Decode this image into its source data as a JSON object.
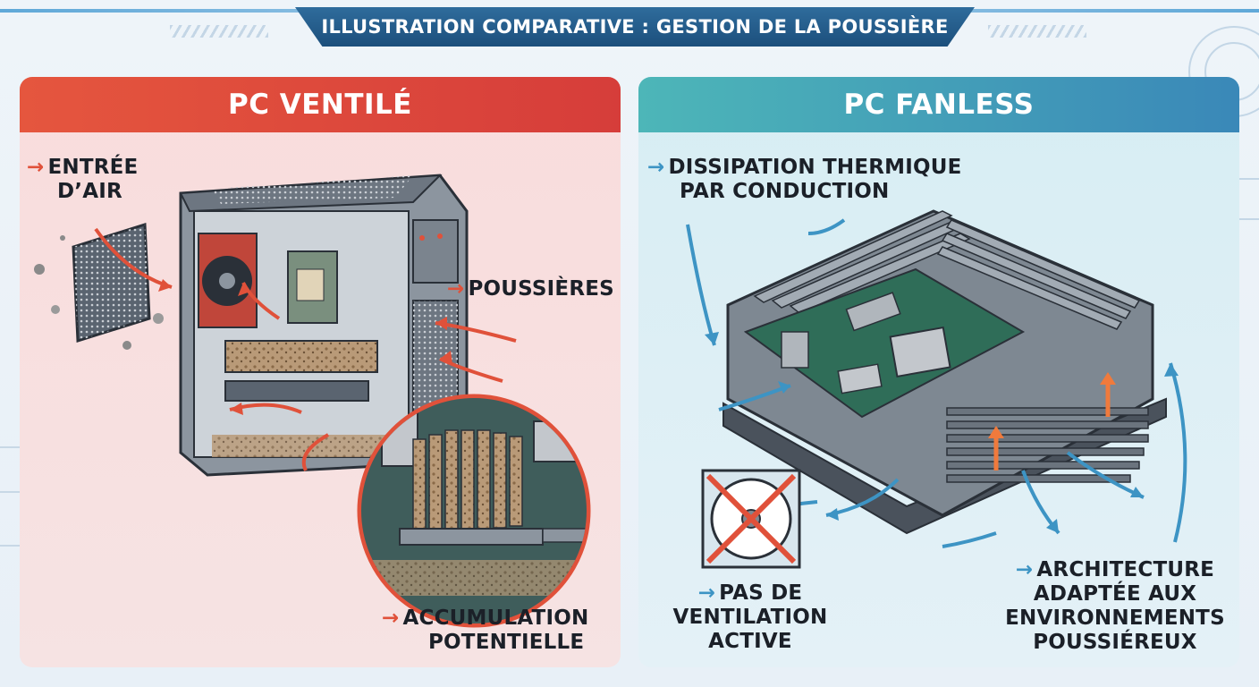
{
  "banner": {
    "title": "ILLUSTRATION COMPARATIVE : GESTION DE LA POUSSIÈRE"
  },
  "left": {
    "title": "PC VENTILÉ",
    "labels": {
      "air_intake": [
        "ENTRÉE",
        "D’AIR"
      ],
      "dust": "POUSSIÈRES",
      "accumulation": [
        "ACCUMULATION",
        "POTENTIELLE"
      ]
    }
  },
  "right": {
    "title": "PC FANLESS",
    "labels": {
      "dissipation": [
        "DISSIPATION THERMIQUE",
        "PAR CONDUCTION"
      ],
      "no_fan": [
        "PAS DE",
        "VENTILATION",
        "ACTIVE"
      ],
      "architecture": [
        "ARCHITECTURE",
        "ADAPTÉE AUX",
        "ENVIRONNEMENTS",
        "POUSSIÉREUX"
      ]
    }
  },
  "colors": {
    "red_accent": "#e0513a",
    "blue_accent": "#3d94c4",
    "banner": "#1c4f7c",
    "arrow_hot": "#f07a3c"
  },
  "icons": [
    "arrow-right-icon",
    "desktop-tower-icon",
    "dust-filter-icon",
    "fanless-box-icon",
    "crossed-fan-icon"
  ]
}
